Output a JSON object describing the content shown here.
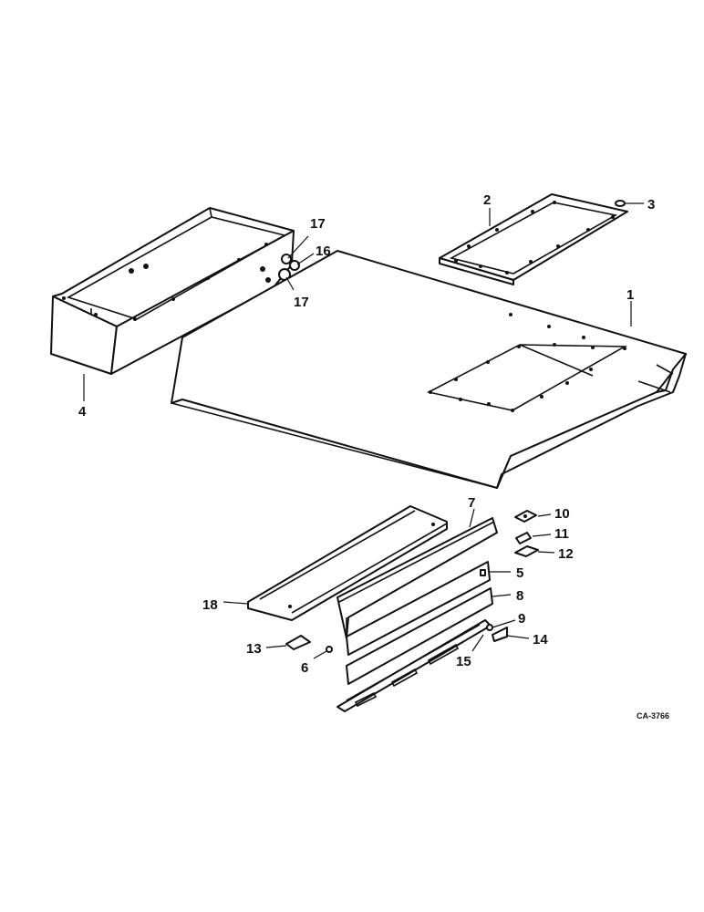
{
  "callouts": {
    "c1": "1",
    "c2": "2",
    "c3": "3",
    "c4": "4",
    "c5": "5",
    "c6": "6",
    "c7": "7",
    "c8": "8",
    "c9": "9",
    "c10": "10",
    "c11": "11",
    "c12": "12",
    "c13": "13",
    "c14": "14",
    "c15": "15",
    "c16": "16",
    "c17a": "17",
    "c17b": "17",
    "c18": "18"
  },
  "drawing_code": "CA-3766",
  "colors": {
    "ink": "#111111",
    "paper": "#ffffff"
  }
}
